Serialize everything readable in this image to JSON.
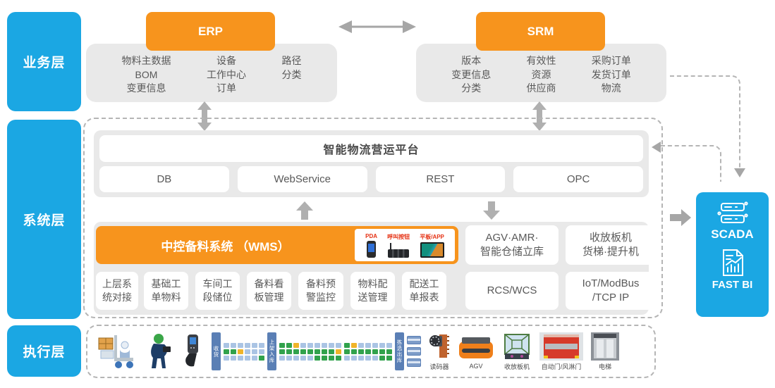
{
  "colors": {
    "accent_blue": "#1ba7e3",
    "accent_orange": "#f7941d",
    "panel_gray": "#e9e9e9",
    "arrow_gray": "#a6a6a6",
    "text_gray": "#595959"
  },
  "layers": {
    "business": "业务层",
    "system": "系统层",
    "execution": "执行层"
  },
  "business": {
    "erp": {
      "title": "ERP",
      "groups": [
        [
          "物料主数据",
          "BOM",
          "变更信息"
        ],
        [
          "设备",
          "工作中心",
          "订单"
        ],
        [
          "路径",
          "分类"
        ]
      ]
    },
    "srm": {
      "title": "SRM",
      "groups": [
        [
          "版本",
          "变更信息",
          "分类"
        ],
        [
          "有效性",
          "资源",
          "供应商"
        ],
        [
          "采购订单",
          "发货订单",
          "物流"
        ]
      ]
    }
  },
  "system": {
    "platform_title": "智能物流营运平台",
    "interfaces": [
      "DB",
      "WebService",
      "REST",
      "OPC"
    ],
    "wms": {
      "title": "中控备料系统 （WMS）",
      "device_labels": [
        "PDA",
        "呼叫按钮",
        "平板/APP"
      ]
    },
    "equipment_boxes": [
      [
        "AGV·AMR·",
        "智能仓储立库"
      ],
      [
        "收放板机",
        "货梯·提升机"
      ]
    ],
    "modules": [
      "上层系统对接",
      "基础工单物料",
      "车间工段储位",
      "备料看板管理",
      "备料预警监控",
      "物料配送管理",
      "配送工单报表"
    ],
    "protocols": [
      "RCS/WCS",
      [
        "IoT/ModBus",
        "/TCP IP"
      ]
    ]
  },
  "right_panel": {
    "labels": [
      "SCADA",
      "FAST BI"
    ]
  },
  "execution": {
    "zones": [
      "收货",
      "上架入库",
      "拣选出库"
    ],
    "machine_labels": [
      "读码器",
      "AGV",
      "收放板机",
      "自动门/风淋门",
      "电梯"
    ]
  }
}
